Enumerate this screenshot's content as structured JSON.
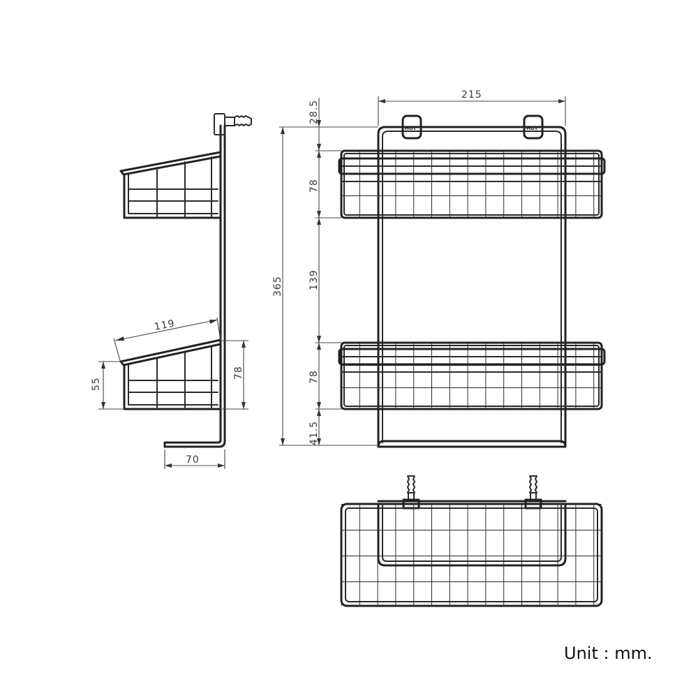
{
  "dimensions": {
    "width_total": "215",
    "height_total": "365",
    "top_offset": "28.5",
    "upper_basket_height": "78",
    "gap_between_baskets": "139",
    "lower_basket_height": "78",
    "bottom_offset": "41.5",
    "side_slant_length": "119",
    "side_front_height": "55",
    "side_back_height": "78",
    "side_depth": "70"
  },
  "hook_label": "HOT",
  "unit_label": "Unit : mm."
}
